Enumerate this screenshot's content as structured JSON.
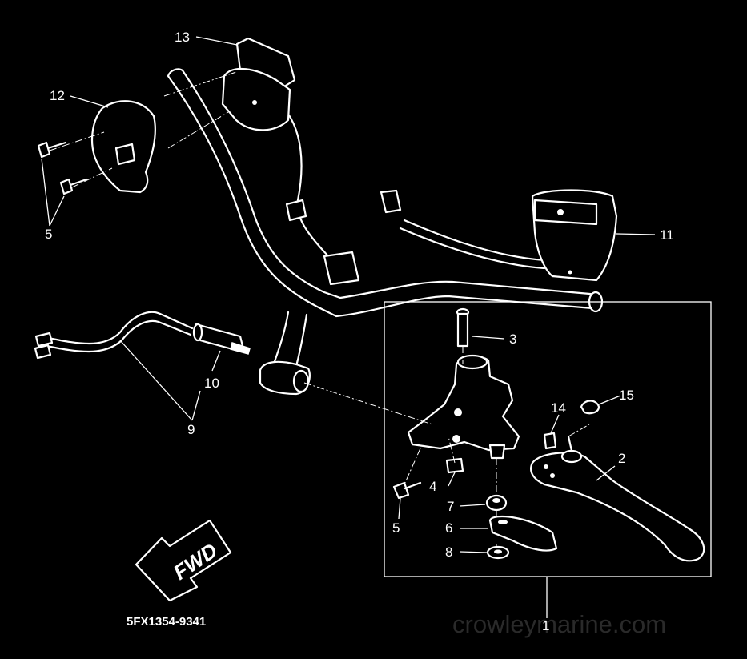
{
  "diagram": {
    "labels": [
      {
        "key": "p1",
        "text": "1"
      },
      {
        "key": "p2",
        "text": "2"
      },
      {
        "key": "p3",
        "text": "3"
      },
      {
        "key": "p4",
        "text": "4"
      },
      {
        "key": "p5a",
        "text": "5"
      },
      {
        "key": "p5b",
        "text": "5"
      },
      {
        "key": "p6",
        "text": "6"
      },
      {
        "key": "p7",
        "text": "7"
      },
      {
        "key": "p8",
        "text": "8"
      },
      {
        "key": "p9",
        "text": "9"
      },
      {
        "key": "p10",
        "text": "10"
      },
      {
        "key": "p11",
        "text": "11"
      },
      {
        "key": "p12",
        "text": "12"
      },
      {
        "key": "p13",
        "text": "13"
      },
      {
        "key": "p14",
        "text": "14"
      },
      {
        "key": "p15",
        "text": "15"
      }
    ],
    "fwd_text": "FWD",
    "part_number": "5FX1354-9341",
    "watermark": "crowleymarine.com"
  },
  "colors": {
    "background": "#000000",
    "foreground": "#ffffff",
    "watermark": "#2a2a2a"
  }
}
